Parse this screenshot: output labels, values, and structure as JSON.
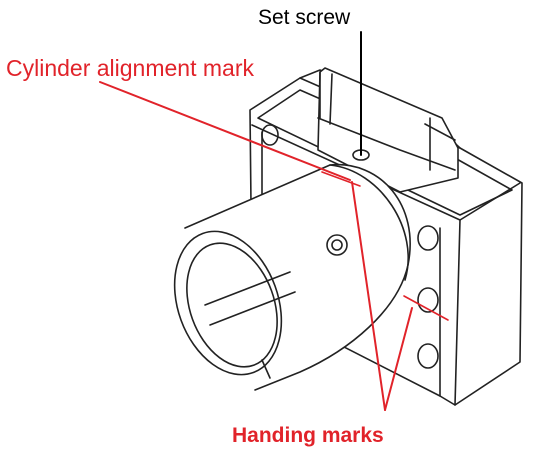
{
  "labels": {
    "set_screw": "Set screw",
    "cylinder_alignment_mark": "Cylinder alignment mark",
    "handing_marks": "Handing marks"
  },
  "colors": {
    "callout_black": "#000000",
    "callout_red": "#e1232a",
    "line_art": "#222222",
    "background": "#ffffff"
  }
}
